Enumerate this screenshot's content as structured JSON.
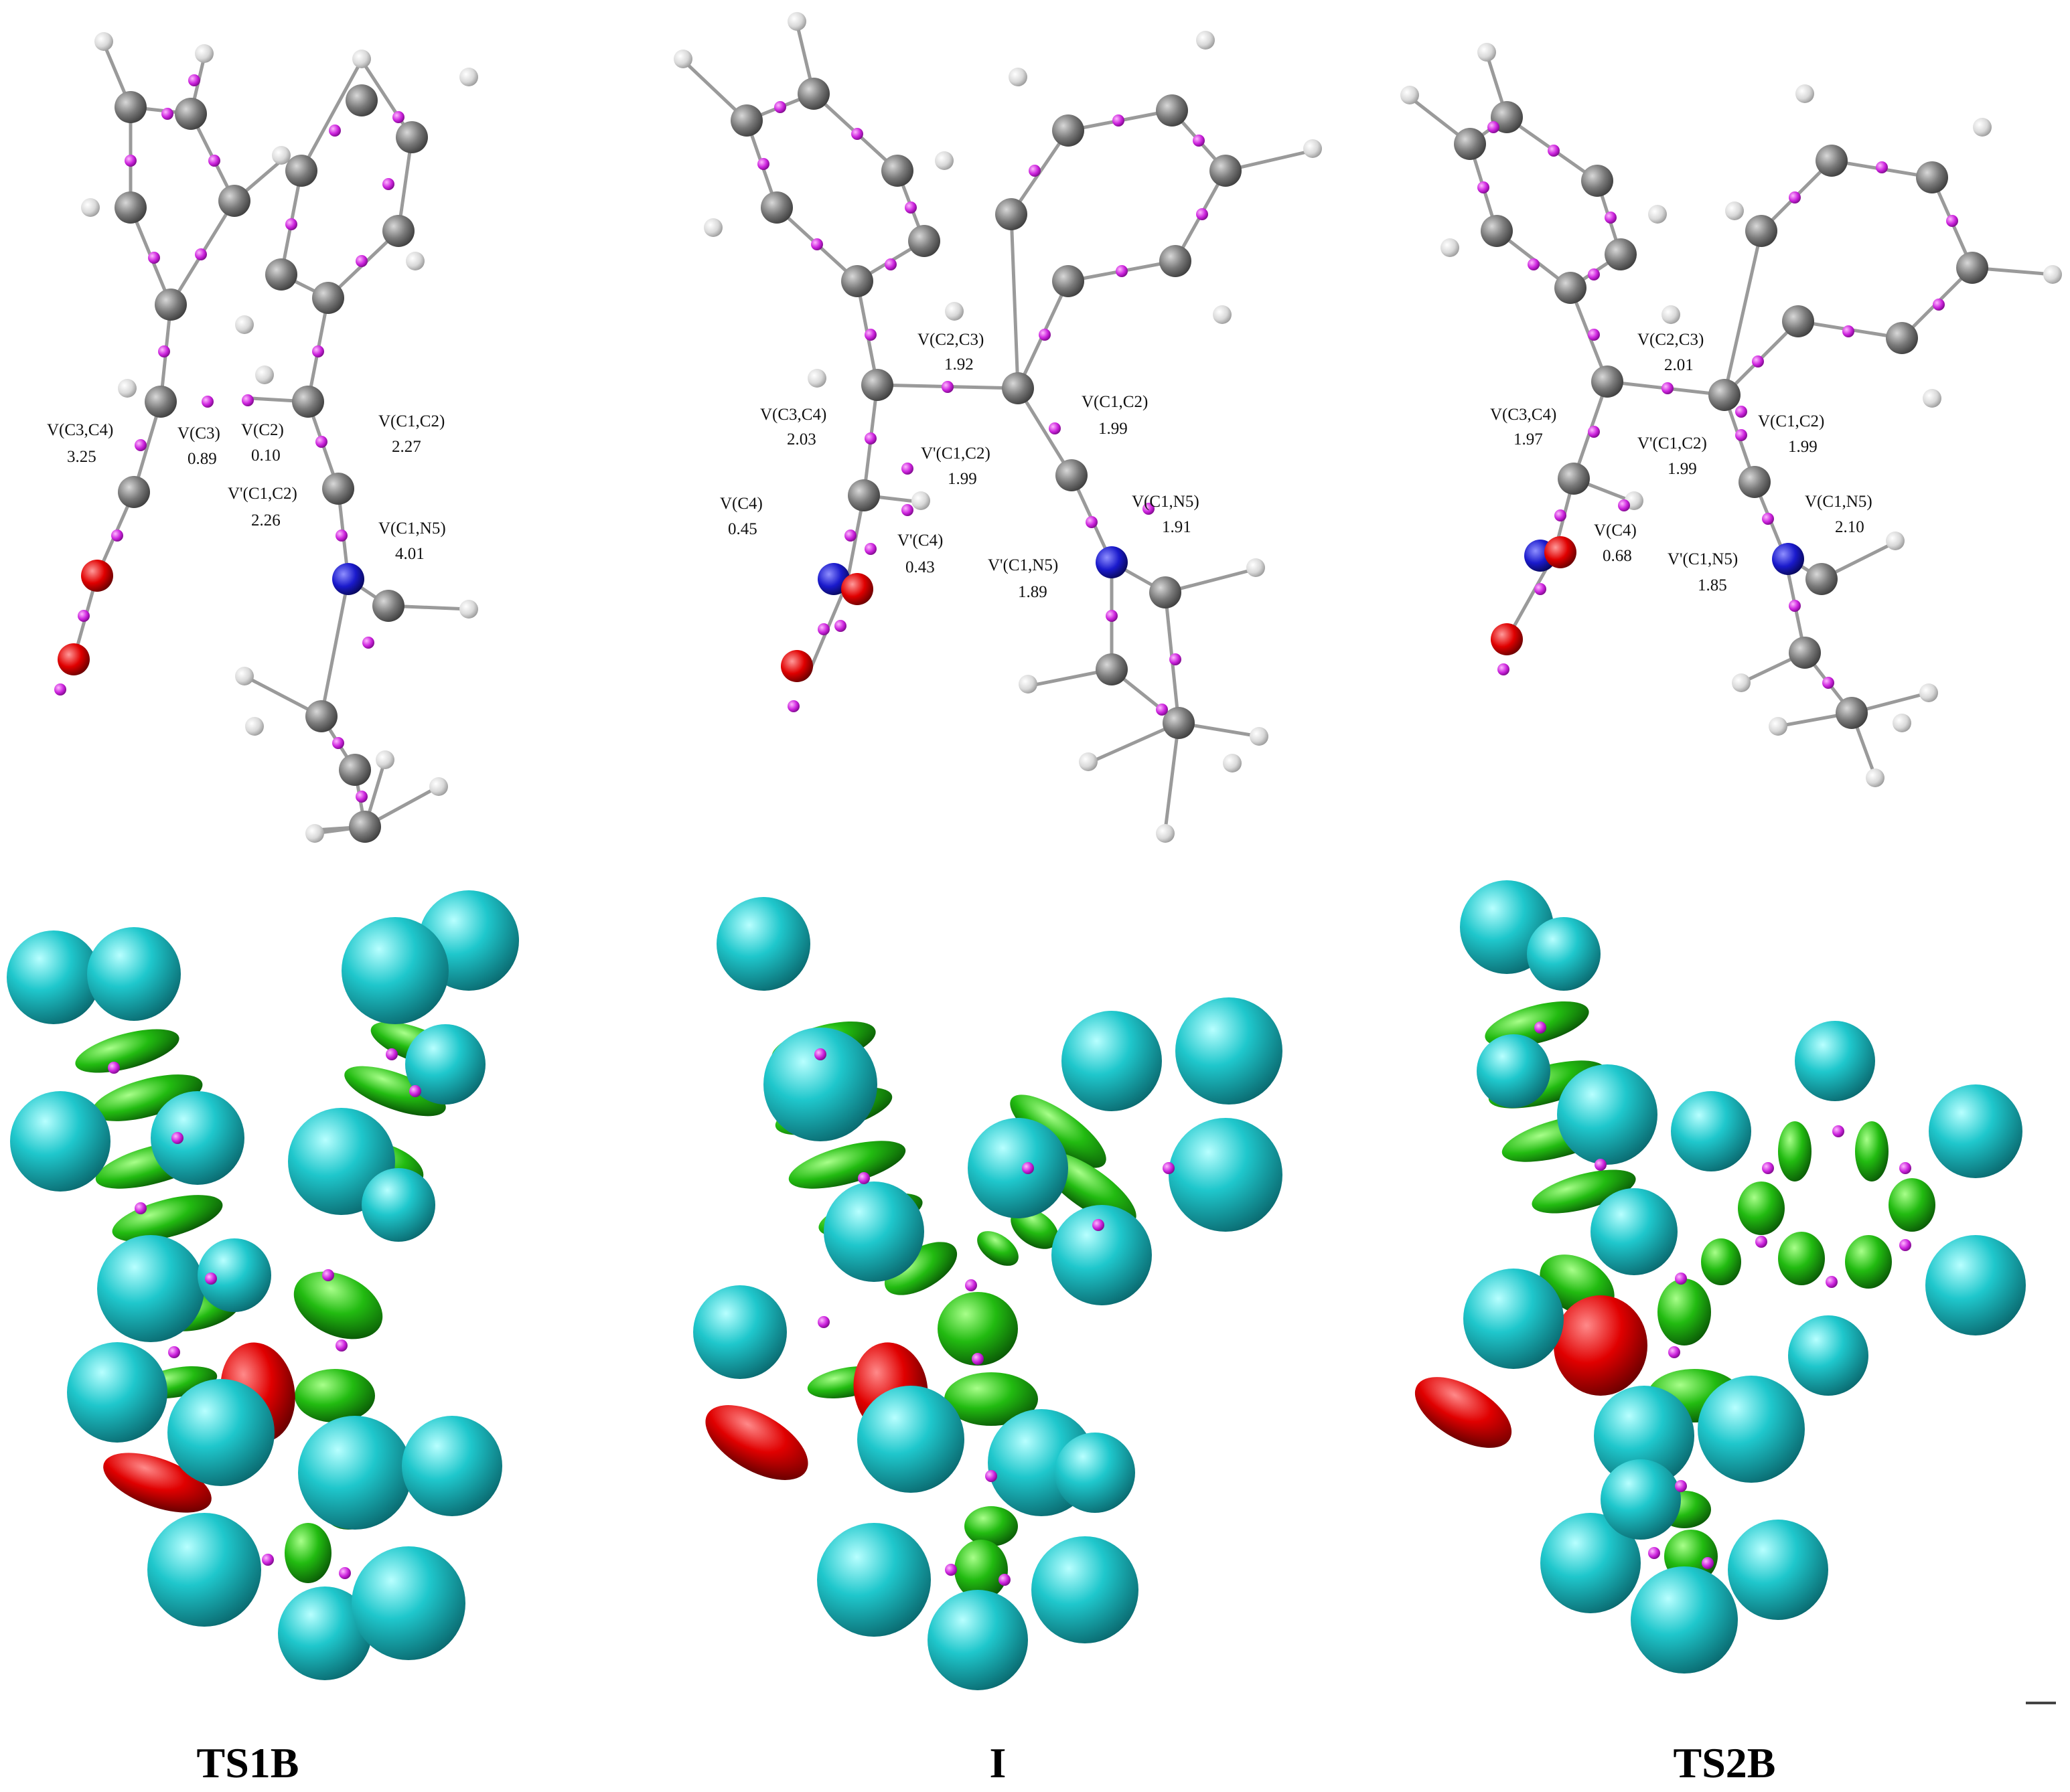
{
  "panels": [
    {
      "id": "ts1b",
      "caption": "TS1B",
      "labels": [
        {
          "key": "v_c3c4",
          "name": "V(C3,C4)",
          "value": "3.25"
        },
        {
          "key": "v_c3",
          "name": "V(C3)",
          "value": "0.89"
        },
        {
          "key": "v_c2",
          "name": "V(C2)",
          "value": "0.10"
        },
        {
          "key": "v_c1c2",
          "name": "V(C1,C2)",
          "value": "2.27"
        },
        {
          "key": "vp_c1c2",
          "name": "V'(C1,C2)",
          "value": "2.26"
        },
        {
          "key": "v_c1n5",
          "name": "V(C1,N5)",
          "value": "4.01"
        }
      ]
    },
    {
      "id": "i",
      "caption": "I",
      "labels": [
        {
          "key": "v_c2c3",
          "name": "V(C2,C3)",
          "value": "1.92"
        },
        {
          "key": "v_c3c4",
          "name": "V(C3,C4)",
          "value": "2.03"
        },
        {
          "key": "v_c1c2",
          "name": "V(C1,C2)",
          "value": "1.99"
        },
        {
          "key": "vp_c1c2",
          "name": "V'(C1,C2)",
          "value": "1.99"
        },
        {
          "key": "v_c4",
          "name": "V(C4)",
          "value": "0.45"
        },
        {
          "key": "vp_c4",
          "name": "V'(C4)",
          "value": "0.43"
        },
        {
          "key": "v_c1n5",
          "name": "V(C1,N5)",
          "value": "1.91"
        },
        {
          "key": "vp_c1n5",
          "name": "V'(C1,N5)",
          "value": "1.89"
        }
      ]
    },
    {
      "id": "ts2b",
      "caption": "TS2B",
      "labels": [
        {
          "key": "v_c2c3",
          "name": "V(C2,C3)",
          "value": "2.01"
        },
        {
          "key": "v_c3c4",
          "name": "V(C3,C4)",
          "value": "1.97"
        },
        {
          "key": "v_c1c2",
          "name": "V(C1,C2)",
          "value": "1.99"
        },
        {
          "key": "vp_c1c2",
          "name": "V'(C1,C2)",
          "value": "1.99"
        },
        {
          "key": "v_c4",
          "name": "V(C4)",
          "value": "0.68"
        },
        {
          "key": "v_c1n5",
          "name": "V(C1,N5)",
          "value": "2.10"
        },
        {
          "key": "vp_c1n5",
          "name": "V'(C1,N5)",
          "value": "1.85"
        }
      ]
    }
  ],
  "colors": {
    "carbon": "#7a7a7a",
    "hydrogen": "#d9d9d9",
    "nitrogen": "#1a1acc",
    "oxygen": "#e00000",
    "attractor": "#cc22dd",
    "protonated_basin": "#1fc7cc",
    "disynaptic_basin": "#22bb11",
    "monosynaptic_basin": "#e00000"
  }
}
